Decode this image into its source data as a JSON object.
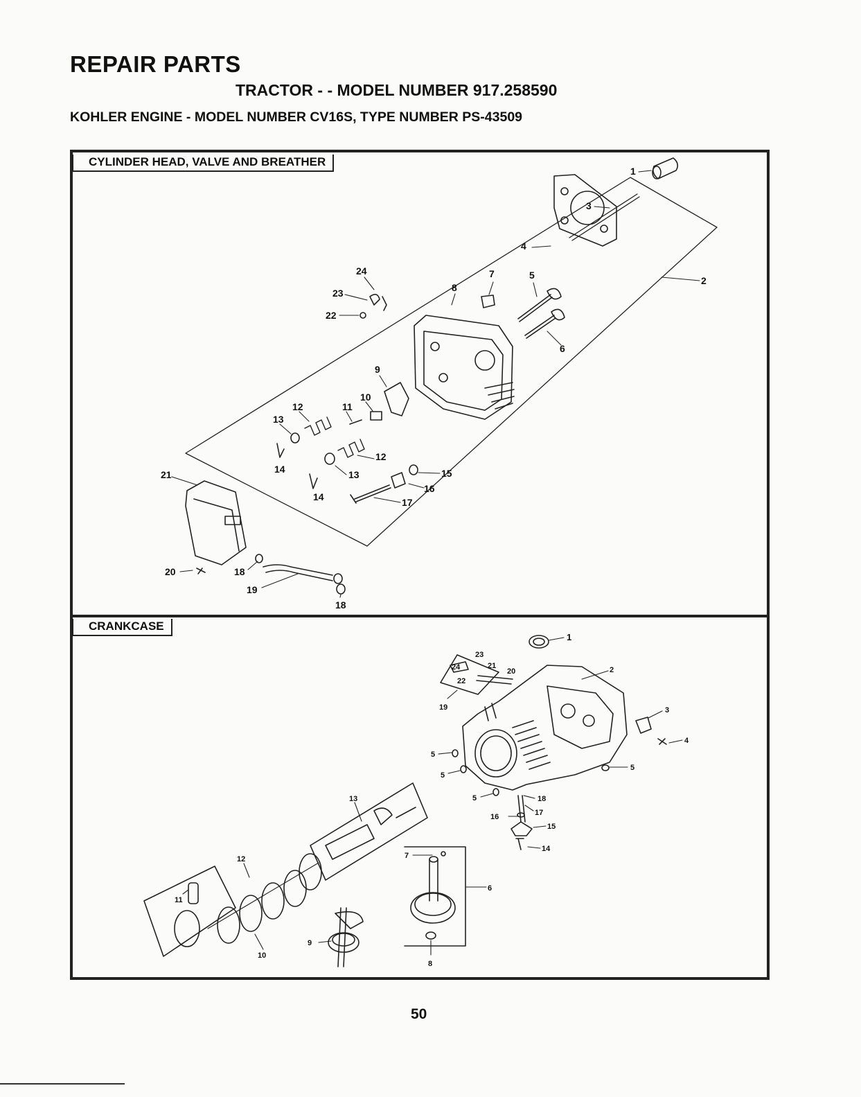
{
  "header": {
    "title": "REPAIR PARTS",
    "subtitle": "TRACTOR - - MODEL NUMBER 917.258590",
    "engine": "KOHLER ENGINE - MODEL NUMBER CV16S, TYPE NUMBER PS-43509"
  },
  "sections": {
    "cylinder_head": {
      "label": "CYLINDER HEAD, VALVE AND BREATHER",
      "callouts": [
        "1",
        "3",
        "4",
        "2",
        "5",
        "6",
        "7",
        "8",
        "24",
        "23",
        "22",
        "9",
        "10",
        "11",
        "12",
        "13",
        "14",
        "12",
        "13",
        "14",
        "15",
        "16",
        "17",
        "21",
        "20",
        "18",
        "19",
        "18"
      ]
    },
    "crankcase": {
      "label": "CRANKCASE",
      "callouts": [
        "1",
        "23",
        "24",
        "21",
        "20",
        "22",
        "19",
        "2",
        "3",
        "4",
        "5",
        "5",
        "5",
        "5",
        "18",
        "17",
        "16",
        "15",
        "14",
        "13",
        "7",
        "6",
        "12",
        "11",
        "9",
        "10",
        "8"
      ]
    }
  },
  "footer": {
    "page_number": "50"
  }
}
